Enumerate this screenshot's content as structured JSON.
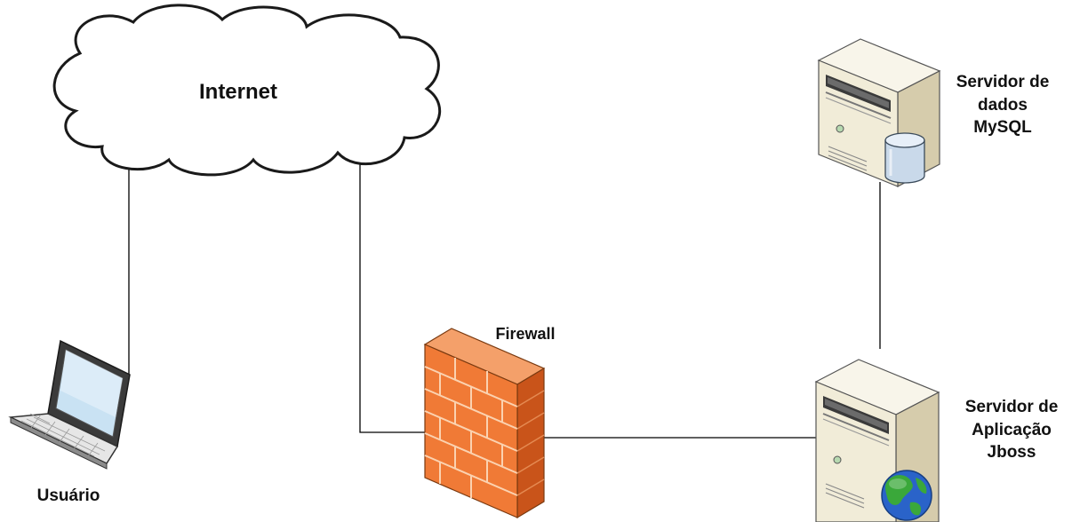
{
  "nodes": {
    "internet": {
      "label": "Internet"
    },
    "firewall": {
      "label": "Firewall"
    },
    "user": {
      "label": "Usuário"
    },
    "db_server": {
      "label_lines": [
        "Servidor de",
        "dados",
        "MySQL"
      ]
    },
    "app_server": {
      "label_lines": [
        "Servidor de",
        "Aplicação",
        "Jboss"
      ]
    }
  },
  "connections": [
    {
      "from": "user",
      "to": "internet"
    },
    {
      "from": "internet",
      "to": "firewall"
    },
    {
      "from": "firewall",
      "to": "app_server"
    },
    {
      "from": "app_server",
      "to": "db_server"
    }
  ],
  "icons": {
    "internet": "cloud-icon",
    "firewall": "brick-wall-icon",
    "user": "laptop-icon",
    "db_server": "server-tower-icon",
    "db_badge": "database-cylinder-icon",
    "app_server": "server-tower-icon",
    "app_badge": "globe-icon"
  },
  "colors": {
    "line": "#000000",
    "cloud_fill": "#ffffff",
    "firewall_front": "#f07a36",
    "firewall_side": "#c9541a",
    "server_body": "#f1ecd8",
    "server_side": "#d6ccac",
    "db_cylinder": "#c9d9ea",
    "globe_water": "#2a63c9",
    "globe_land": "#3aa83a"
  }
}
